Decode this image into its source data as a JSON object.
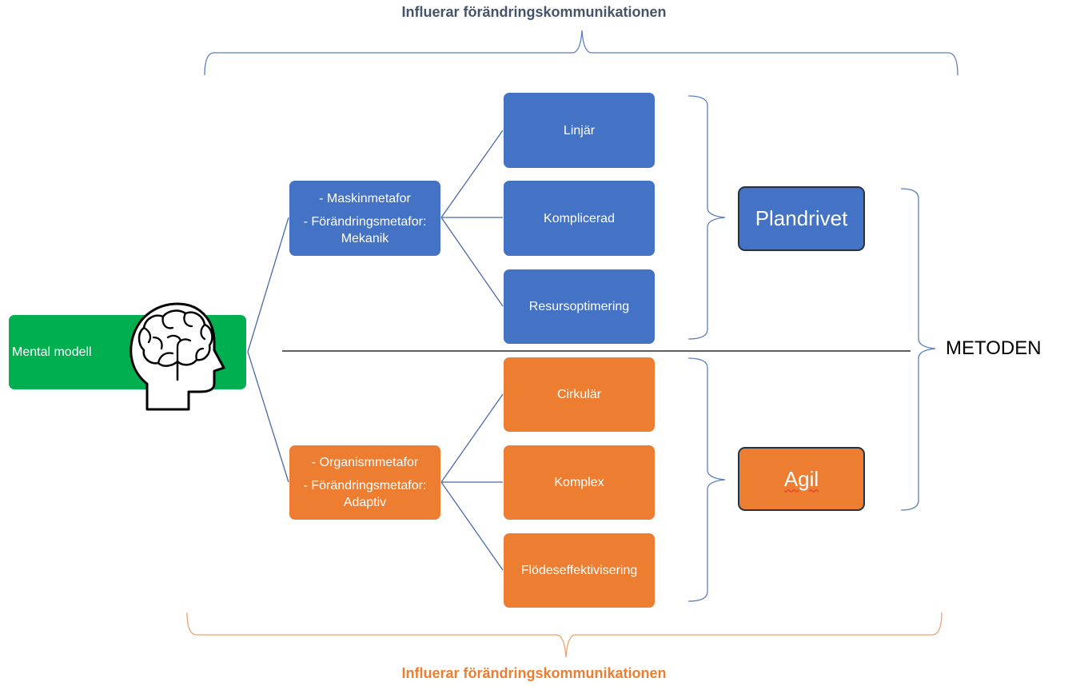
{
  "top_heading": "Influerar förändringskommunikationen",
  "bottom_heading": "Influerar förändringskommunikationen",
  "mental_model": {
    "label": "Mental modell",
    "icon": "head-brain-icon"
  },
  "machine_group": {
    "line1": "- Maskinmetafor",
    "line2": "- Förändringsmetafor:",
    "line3": "Mekanik"
  },
  "organism_group": {
    "line1": "- Organismmetafor",
    "line2": "- Förändringsmetafor:",
    "line3": "Adaptiv"
  },
  "blue_items": [
    "Linjär",
    "Komplicerad",
    "Resursoptimering"
  ],
  "orange_items": [
    "Cirkulär",
    "Komplex",
    "Flödeseffektivisering"
  ],
  "plan_driven": "Plandrivet",
  "agile": "Agil",
  "method_label": "METODEN",
  "colors": {
    "blue": "#4472c4",
    "orange": "#ed7d31",
    "green": "#00b050",
    "top_heading": "#44546a",
    "bottom_heading": "#ed7d31"
  }
}
